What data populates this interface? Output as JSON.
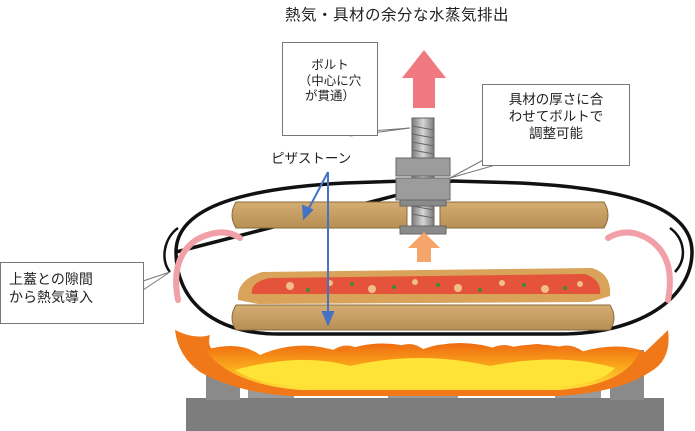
{
  "title": "熱気・具材の余分な水蒸気排出",
  "callouts": {
    "bolt": {
      "lines": [
        "ボルト",
        "（中心に穴",
        "が貫通）"
      ]
    },
    "adjust": {
      "lines": [
        "具材の厚さに合",
        "わせてボルトで",
        "調整可能"
      ]
    },
    "stone": {
      "text": "ピザストーン"
    },
    "gap": {
      "lines": [
        "上蓋との隙間",
        "から熱気導入"
      ]
    }
  },
  "colors": {
    "steam_arrow": "#f07880",
    "heat_arrow": "#f5a56a",
    "pointer_arrow": "#4472c4",
    "stone": "#c9a064",
    "stone_edge": "#8a6a3a",
    "lid_outline": "#111111",
    "warm_air": "#f2a0a8",
    "bolt": "#909090",
    "flame_outer": "#f07818",
    "flame_inner": "#ffd820",
    "burner": "#7d7d7d"
  },
  "icons": [
    "up-arrow-icon",
    "pointer-arrow-icon",
    "flame-icon",
    "bolt-icon"
  ]
}
